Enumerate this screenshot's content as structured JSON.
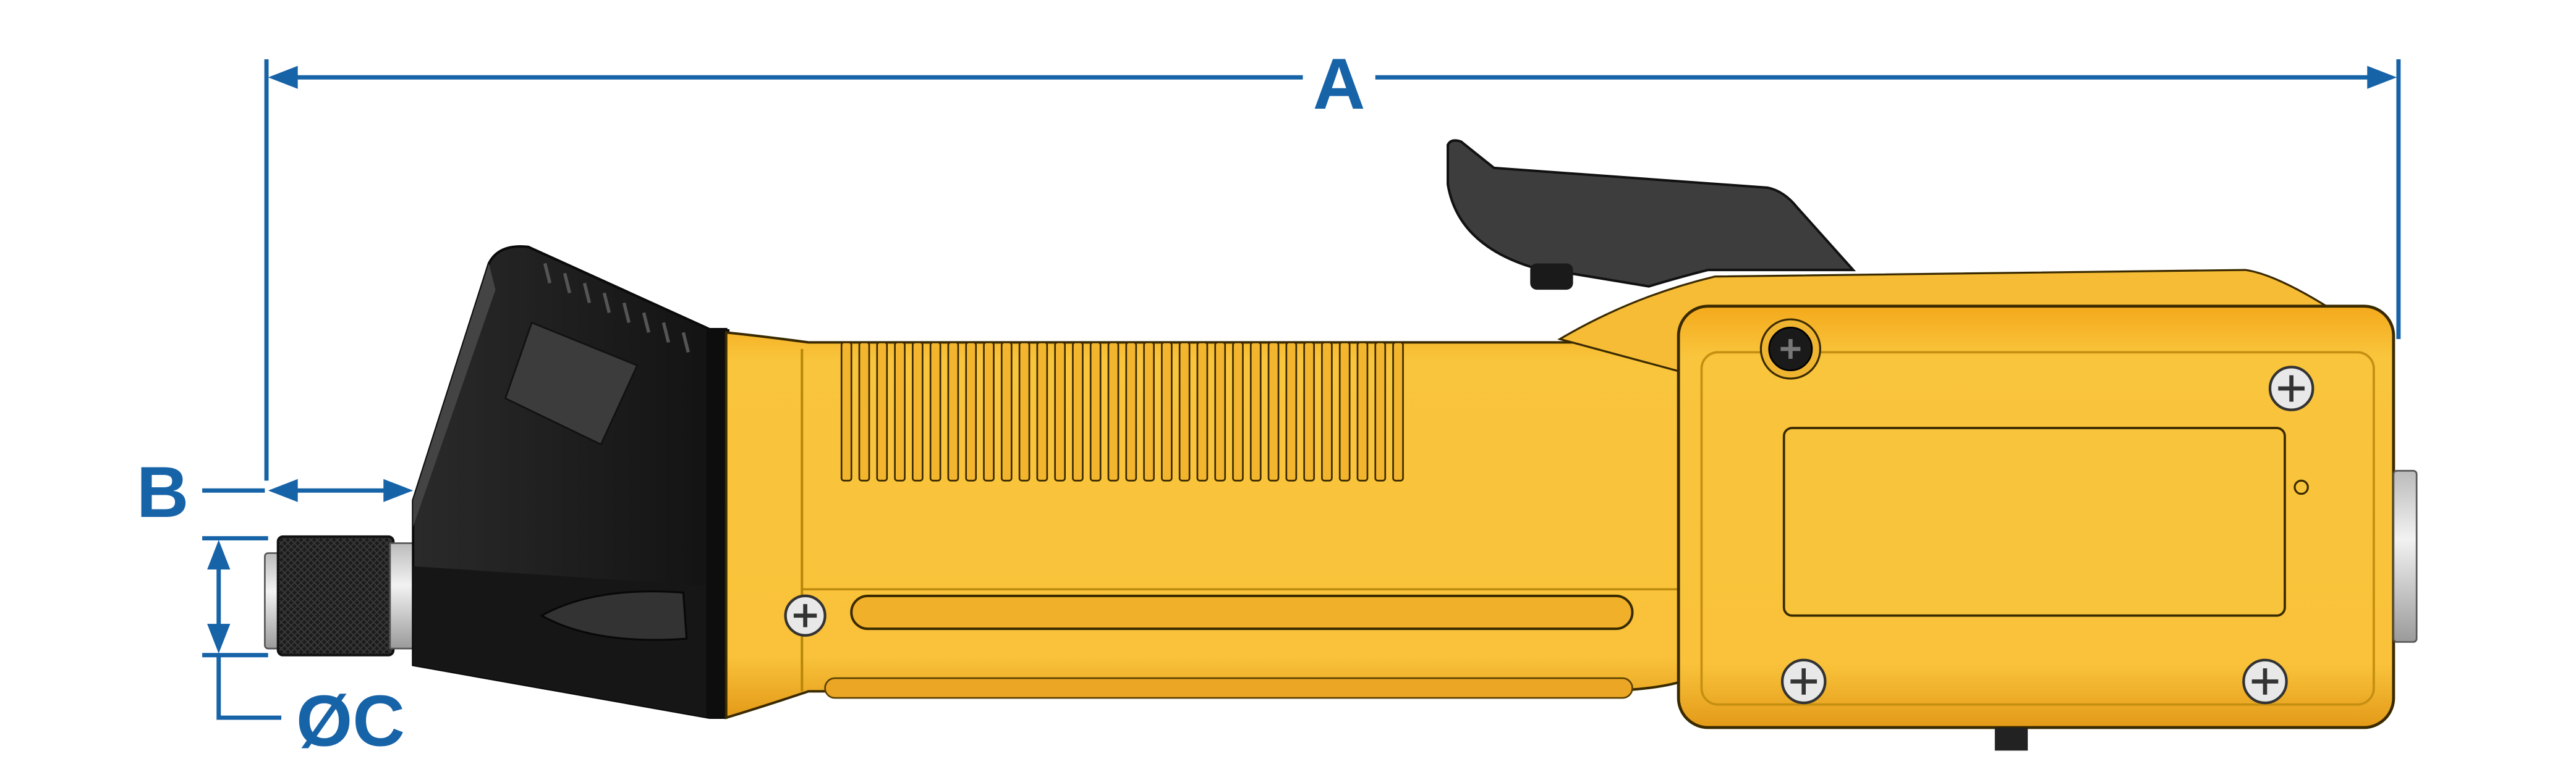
{
  "diagram": {
    "dimension_labels": {
      "a": "A",
      "b": "B",
      "c": "ØC"
    },
    "colors": {
      "dimension": "#1763a8",
      "body_yellow": "#f7c23c",
      "body_yellow_dark": "#e0a820",
      "black_part": "#1f1f1f",
      "handle_gray": "#3b3b3b",
      "outline": "#2b2b2b"
    }
  }
}
